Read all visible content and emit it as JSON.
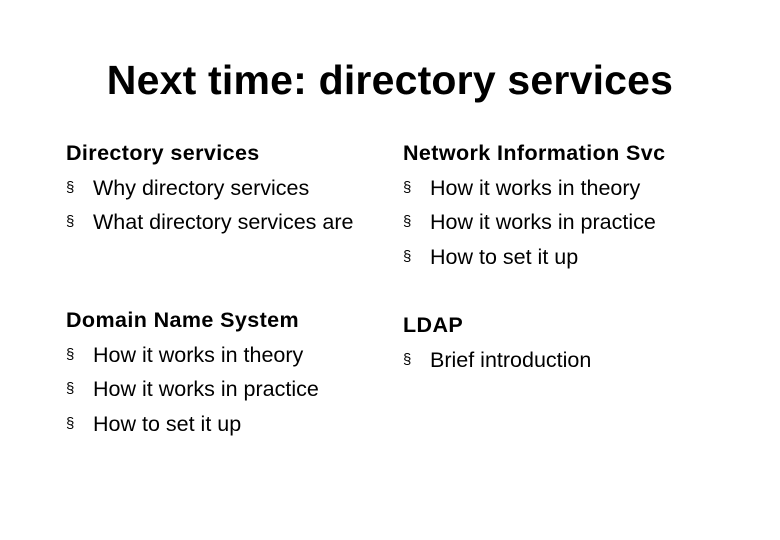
{
  "slide": {
    "title": "Next time: directory services",
    "bullet_glyph": "§",
    "sections": [
      {
        "heading": "Directory services",
        "items": [
          "Why directory services",
          "What directory services are"
        ]
      },
      {
        "heading": "Network Information Svc",
        "items": [
          "How it works in theory",
          "How it works in practice",
          "How to set it up"
        ]
      },
      {
        "heading": "Domain Name System",
        "items": [
          "How it works in theory",
          "How it works in practice",
          "How to set it up"
        ]
      },
      {
        "heading": "LDAP",
        "items": [
          "Brief introduction"
        ]
      }
    ]
  }
}
